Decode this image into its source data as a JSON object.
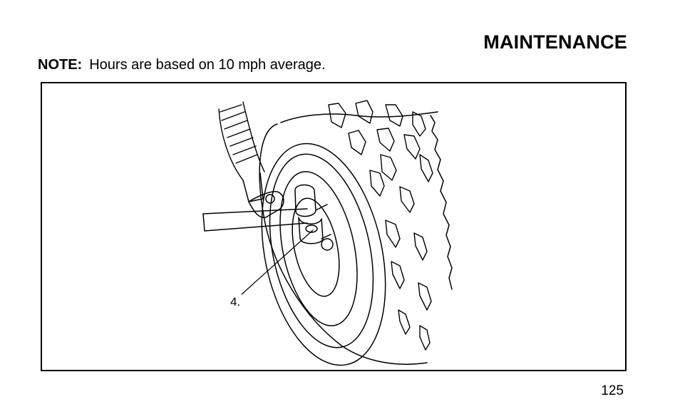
{
  "header": {
    "section_title": "MAINTENANCE"
  },
  "note": {
    "label": "NOTE:",
    "text": "Hours are based on 10 mph average."
  },
  "figure": {
    "callout_label": "4."
  },
  "footer": {
    "page_number": "125"
  }
}
